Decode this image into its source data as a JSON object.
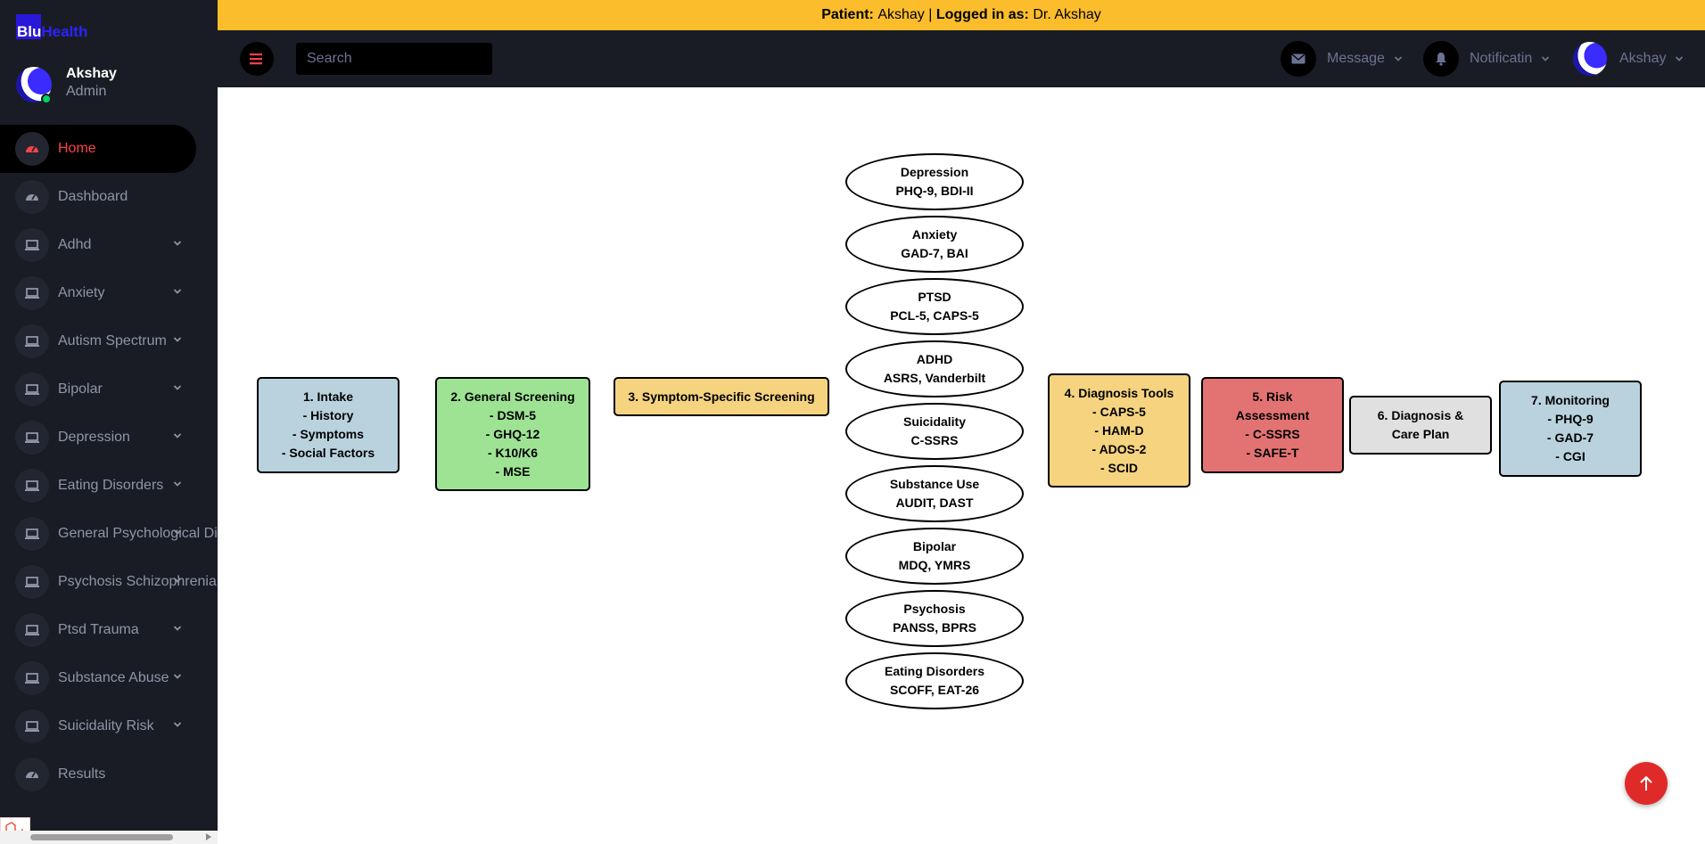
{
  "brand": {
    "part1": "Blu",
    "part2": "Health"
  },
  "profile": {
    "name": "Akshay",
    "role": "Admin"
  },
  "nav": [
    {
      "label": "Home",
      "icon": "speedometer-icon",
      "active": true,
      "chevron": false
    },
    {
      "label": "Dashboard",
      "icon": "speedometer-icon",
      "active": false,
      "chevron": false
    },
    {
      "label": "Adhd",
      "icon": "laptop-icon",
      "active": false,
      "chevron": true
    },
    {
      "label": "Anxiety",
      "icon": "laptop-icon",
      "active": false,
      "chevron": true
    },
    {
      "label": "Autism Spectrum",
      "icon": "laptop-icon",
      "active": false,
      "chevron": true
    },
    {
      "label": "Bipolar",
      "icon": "laptop-icon",
      "active": false,
      "chevron": true
    },
    {
      "label": "Depression",
      "icon": "laptop-icon",
      "active": false,
      "chevron": true
    },
    {
      "label": "Eating Disorders",
      "icon": "laptop-icon",
      "active": false,
      "chevron": true
    },
    {
      "label": "General Psychological Di",
      "icon": "laptop-icon",
      "active": false,
      "chevron": true
    },
    {
      "label": "Psychosis Schizophrenia",
      "icon": "laptop-icon",
      "active": false,
      "chevron": true
    },
    {
      "label": "Ptsd Trauma",
      "icon": "laptop-icon",
      "active": false,
      "chevron": true
    },
    {
      "label": "Substance Abuse",
      "icon": "laptop-icon",
      "active": false,
      "chevron": true
    },
    {
      "label": "Suicidality Risk",
      "icon": "laptop-icon",
      "active": false,
      "chevron": true
    },
    {
      "label": "Results",
      "icon": "speedometer-icon",
      "active": false,
      "chevron": false
    }
  ],
  "banner": {
    "patient_label": "Patient:",
    "patient": "Akshay",
    "sep": "|",
    "logged_label": "Logged in as:",
    "doctor": "Dr. Akshay"
  },
  "header": {
    "search_placeholder": "Search",
    "message": "Message",
    "notification": "Notificatin",
    "user": "Akshay"
  },
  "colors": {
    "accent": "#fc424a",
    "banner": "#fbbd2b",
    "sidebar": "#191c24",
    "brand": "#2f20ff"
  },
  "flow": {
    "steps": [
      {
        "id": "intake",
        "text": "1. Intake\n- History\n- Symptoms\n- Social Factors",
        "color": "#b9d2de"
      },
      {
        "id": "general",
        "text": "2. General Screening\n- DSM-5\n- GHQ-12\n- K10/K6\n- MSE",
        "color": "#9ee394"
      },
      {
        "id": "symptom",
        "text": "3. Symptom-Specific Screening",
        "color": "#f5d37f"
      },
      {
        "id": "diagnosis-tools",
        "text": "4. Diagnosis Tools\n- CAPS-5\n- HAM-D\n- ADOS-2\n- SCID",
        "color": "#f5d37f"
      },
      {
        "id": "risk",
        "text": "5. Risk\nAssessment\n- C-SSRS\n- SAFE-T",
        "color": "#e37373"
      },
      {
        "id": "diagnosis-plan",
        "text": "6. Diagnosis &\nCare Plan",
        "color": "#e0e0e0"
      },
      {
        "id": "monitoring",
        "text": "7. Monitoring\n- PHQ-9\n- GAD-7\n- CGI",
        "color": "#b9d2de"
      }
    ],
    "conditions": [
      {
        "name": "Depression",
        "tools": "PHQ-9, BDI-II"
      },
      {
        "name": "Anxiety",
        "tools": "GAD-7, BAI"
      },
      {
        "name": "PTSD",
        "tools": "PCL-5, CAPS-5"
      },
      {
        "name": "ADHD",
        "tools": "ASRS, Vanderbilt"
      },
      {
        "name": "Suicidality",
        "tools": "C-SSRS"
      },
      {
        "name": "Substance Use",
        "tools": "AUDIT, DAST"
      },
      {
        "name": "Bipolar",
        "tools": "MDQ, YMRS"
      },
      {
        "name": "Psychosis",
        "tools": "PANSS, BPRS"
      },
      {
        "name": "Eating Disorders",
        "tools": "SCOFF, EAT-26"
      }
    ]
  }
}
